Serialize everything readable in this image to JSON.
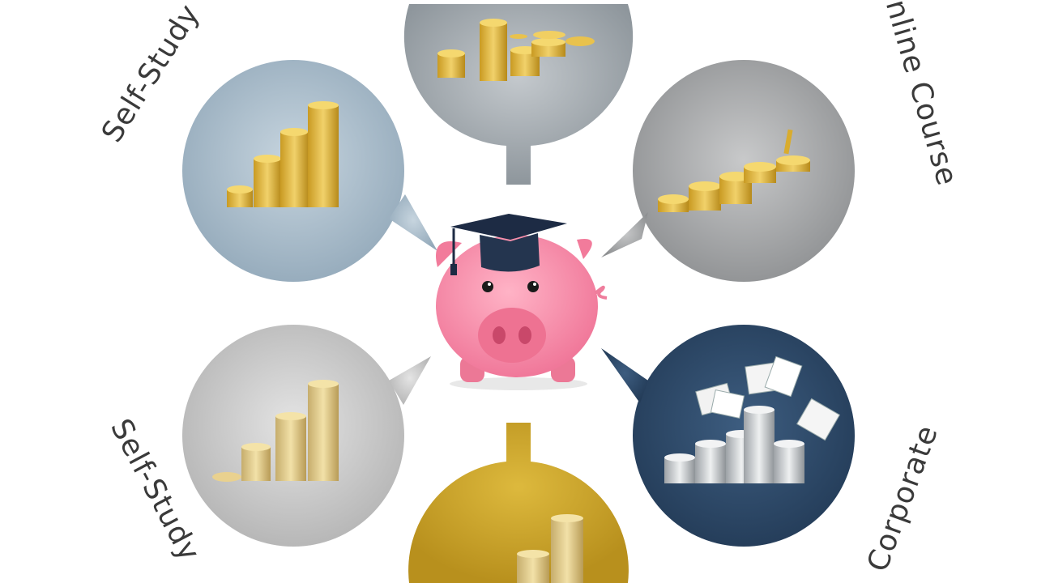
{
  "labels": {
    "top_left": "Self-Study",
    "top_right": "Online Course",
    "bottom_left": "Self-Study",
    "bottom_right": "Corporate"
  },
  "colors": {
    "bubble_top": "#9ea5ab",
    "bubble_top_left": "#a9bccb",
    "bubble_top_right": "#a4a6a8",
    "bubble_bottom_left": "#c9c9c9",
    "bubble_bottom_right": "#2e4a68",
    "bubble_bottom": "#c9a227",
    "gold": "#e2b73c",
    "silver": "#c9ccce",
    "pig": "#f48aa6",
    "cap": "#1d2b44"
  },
  "icons": {
    "center": "piggy-bank-graduation-cap-icon",
    "coins": "coin-stack-icon",
    "documents": "paper-document-icon"
  }
}
